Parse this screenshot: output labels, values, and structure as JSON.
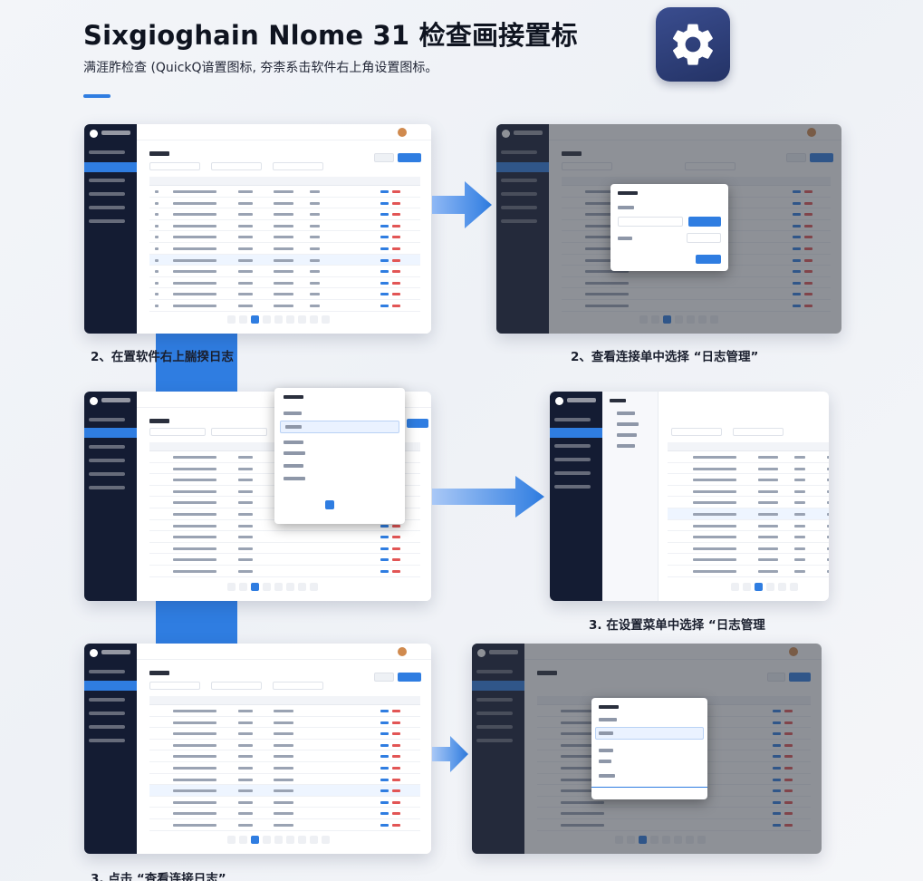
{
  "header": {
    "title": "Sixgioghain Nlome 31 检查画接置标",
    "subtitle": "满涯胙检查 (QuickQ谙置图标,  夯柰系击软件右上角设置图标。",
    "icon": "gear-icon"
  },
  "steps": [
    {
      "caption": "2、在置软件右上腨揆日志"
    },
    {
      "caption": "2、查看连接单中选择 “日志管理”"
    },
    {
      "caption": "3. 在设置菜单中选择 “日志管理"
    },
    {
      "caption": "3. 点击 “查看连接日志”"
    }
  ],
  "colors": {
    "accent": "#2f7de1",
    "sidebar": "#141c33",
    "danger": "#e25555"
  }
}
